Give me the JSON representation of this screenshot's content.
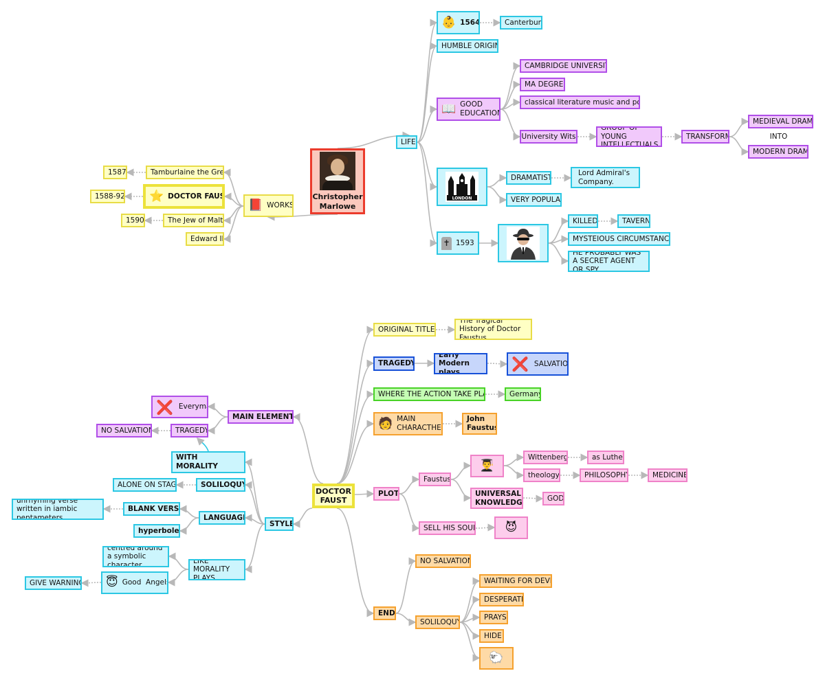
{
  "colors": {
    "link": "#b8b8b8",
    "yellow": "#e8dc46",
    "cyan": "#2bc7e3",
    "purple": "#b04ee8",
    "blue": "#1751d8",
    "green": "#48d226",
    "orange": "#f5a12e",
    "pink": "#ef82c8",
    "red": "#eb3b2c"
  },
  "icons": {
    "baby": "👶",
    "book_open": "📖",
    "book_red": "📕",
    "star": "⭐",
    "cross": "❌",
    "tombstone": "✝",
    "person": "🧑",
    "graduate": "👨‍🎓",
    "devil": "😈",
    "angel": "😇",
    "sheep": "🐑"
  },
  "map1": {
    "center": "Christopher Marlowe",
    "life": "LIFE",
    "birth_year": "1564",
    "birth_place": "Canterbury",
    "humble": "HUMBLE ORIGIN",
    "education": "GOOD EDUCATION",
    "cambridge": "CAMBRIDGE UNIVERSITY",
    "ma": "MA DEGREE",
    "classical": "classical literature music and poetry",
    "wits": "University Wits",
    "young": "GROUP OF YOUNG INTELLECTUALS",
    "transform": "TRANSFORM",
    "medieval": "MEDIEVAL DRAMA",
    "into": "INTO",
    "modern": "MODERN DRAMA",
    "london": "LONDON",
    "dramatist": "DRAMATIST",
    "lord_admiral": "Lord Admiral's Company.",
    "popular": "VERY POPULAR",
    "death_year": "1593",
    "killed": "KILLED",
    "tavern": "TAVERN",
    "mysterious": "MYSTEIOUS CIRCUMSTANCES",
    "agent": "HE PROBABLY WAS A SECRET AGENT OR SPY",
    "works": "WORKS",
    "tamburlaine": "Tamburlaine the Great",
    "y1587": "1587",
    "faust": "DOCTOR FAUST",
    "y1588": "1588-92",
    "jew": "The Jew of Malta",
    "y1590": "1590",
    "edward": "Edward II"
  },
  "map2": {
    "center": "DOCTOR FAUST",
    "orig_title": "ORIGINAL TITLE",
    "tragical": "The Tragical History of Doctor Faustus",
    "tragedy": "TRAGEDY",
    "early_modern": "Early Modern plays",
    "salvation": "SALVATION",
    "where": "WHERE THE ACTION TAKE PLACE",
    "germany": "Germany",
    "main_char": "MAIN CHARACTHER",
    "john": "John Faustus",
    "plot": "PLOT",
    "faustus": "Faustus",
    "wittenberg": "Wittenberg",
    "luther": "as Luther",
    "theology": "theology",
    "philosophy": "PHILOSOPHY",
    "medicine": "MEDICINE",
    "universal": "UNIVERSAL KNOWLEDGE",
    "god": "GOD",
    "sell": "SELL HIS SOUL",
    "end": "END",
    "no_salv_end": "NO SALVATION",
    "soliloquy_end": "SOLILOQUY",
    "waiting": "WAITING FOR DEVIL",
    "desperate": "DESPERATE",
    "prays": "PRAYS",
    "hide": "HIDE",
    "main_elements": "MAIN ELEMENTS",
    "everyman": "Everyman",
    "tragedy2": "TRAGEDY",
    "no_salvation": "NO SALVATION",
    "style": "STYLE",
    "difference": "DIFFERENCE WITH MORALITY PLAYS",
    "soliloquy": "SOLILOQUY",
    "alone": "ALONE ON STAGE",
    "language": "LANGUAGE",
    "blank": "BLANK VERSE",
    "unrhyming": "unrhyming verse written in iambic pentameters",
    "hyperboles": "hyperboles",
    "like_morality": "LIKE MORALITY PLAYS",
    "centred": "centred around a symbolic character",
    "good_angels": "Good  Angels",
    "warning": "GIVE WARNING"
  }
}
